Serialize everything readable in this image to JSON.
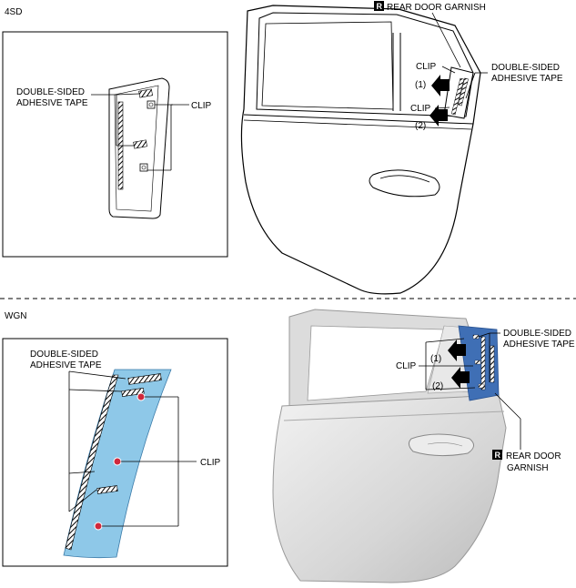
{
  "sections": {
    "top": {
      "label": "4SD",
      "callouts": {
        "garnish_badge": "R",
        "garnish_label": "REAR DOOR GARNISH",
        "clip": "CLIP",
        "clip_2": "CLIP",
        "tape_line1": "DOUBLE-SIDED",
        "tape_line2": "ADHESIVE TAPE",
        "step1": "(1)",
        "step2": "(2)"
      },
      "inset": {
        "tape_line1": "DOUBLE-SIDED",
        "tape_line2": "ADHESIVE TAPE",
        "clip": "CLIP"
      }
    },
    "bottom": {
      "label": "WGN",
      "callouts": {
        "tape_line1": "DOUBLE-SIDED",
        "tape_line2": "ADHESIVE TAPE",
        "clip": "CLIP",
        "step1": "(1)",
        "step2": "(2)",
        "garnish_badge": "R",
        "garnish_line1": "REAR DOOR",
        "garnish_line2": "GARNISH"
      },
      "inset": {
        "tape_line1": "DOUBLE-SIDED",
        "tape_line2": "ADHESIVE TAPE",
        "clip": "CLIP"
      }
    }
  },
  "colors": {
    "garnish_blue": "#3f6fb5",
    "garnish_light": "#8ec8e8",
    "clip_red": "#d0283c",
    "door_grey": "#dcdcdc"
  }
}
